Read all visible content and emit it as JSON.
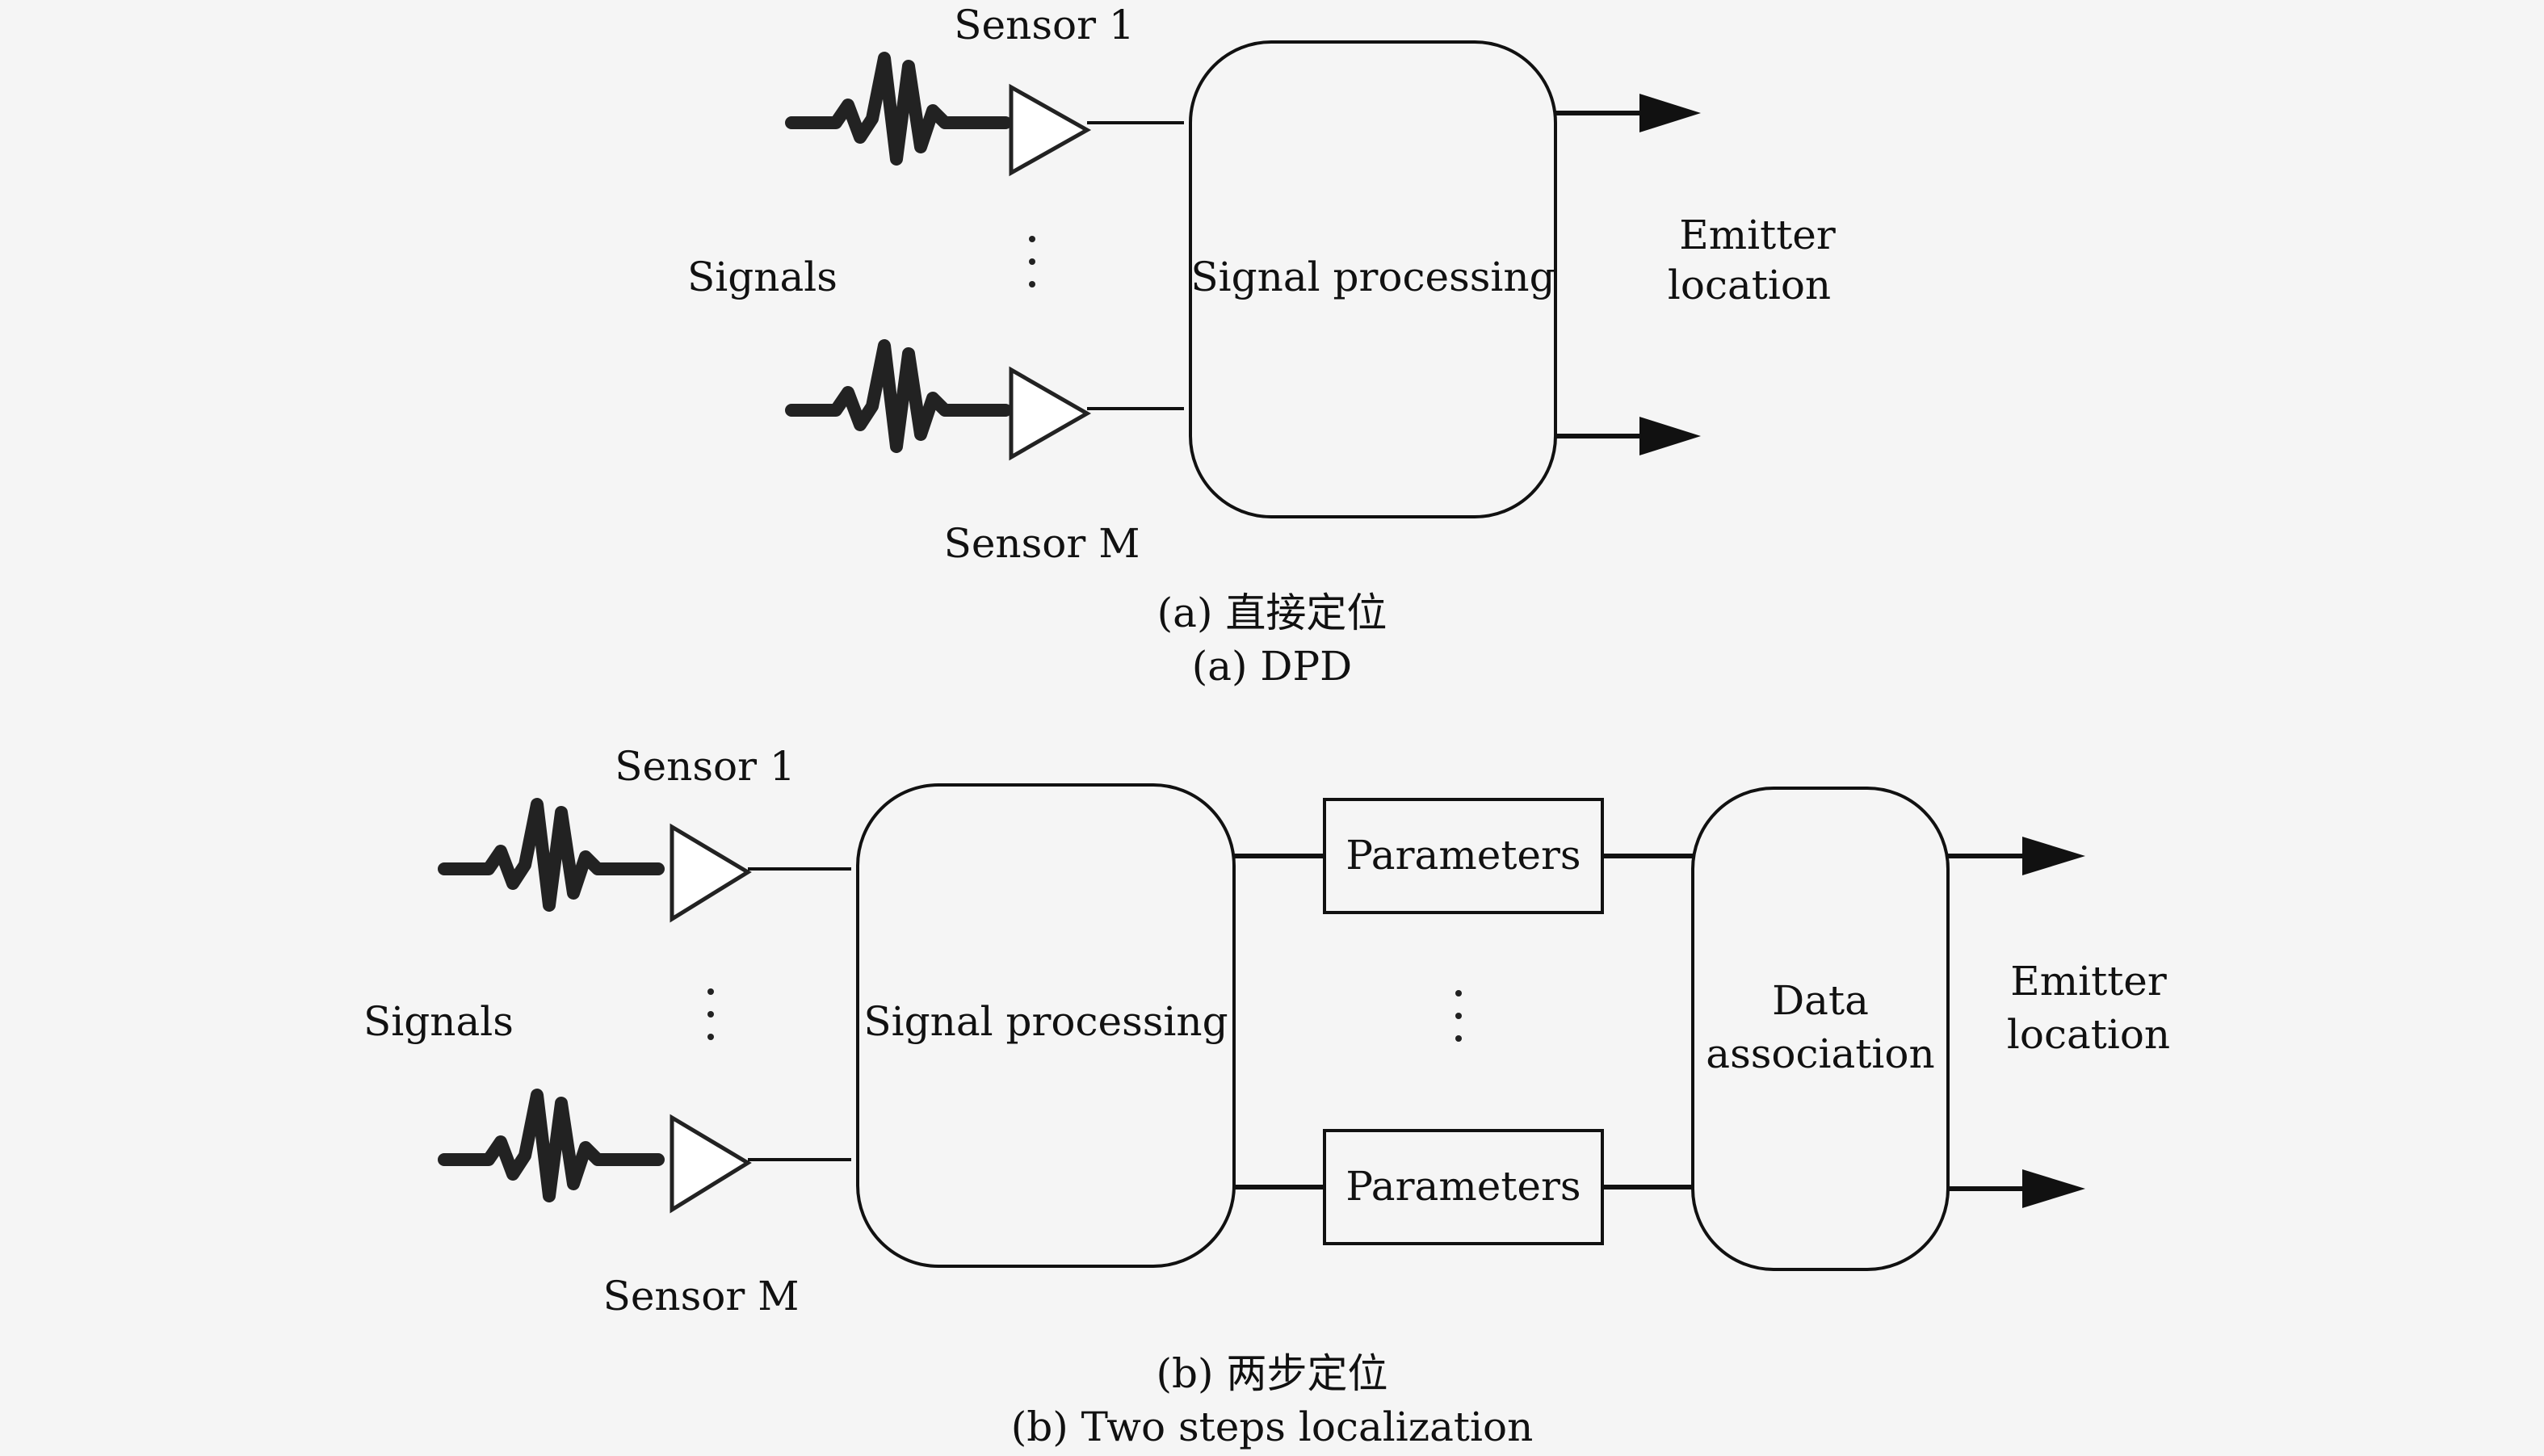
{
  "diagram_a": {
    "sensor_top": "Sensor 1",
    "sensor_bottom": "Sensor M",
    "signals": "Signals",
    "processing": "Signal processing",
    "output_line1": "Emitter",
    "output_line2": "location",
    "caption_cn": "(a) 直接定位",
    "caption_en": "(a) DPD"
  },
  "diagram_b": {
    "sensor_top": "Sensor 1",
    "sensor_bottom": "Sensor M",
    "signals": "Signals",
    "processing": "Signal processing",
    "param_top": "Parameters",
    "param_bottom": "Parameters",
    "assoc_line1": "Data",
    "assoc_line2": "association",
    "output_line1": "Emitter",
    "output_line2": "location",
    "caption_cn": "(b) 两步定位",
    "caption_en": "(b) Two steps localization"
  }
}
